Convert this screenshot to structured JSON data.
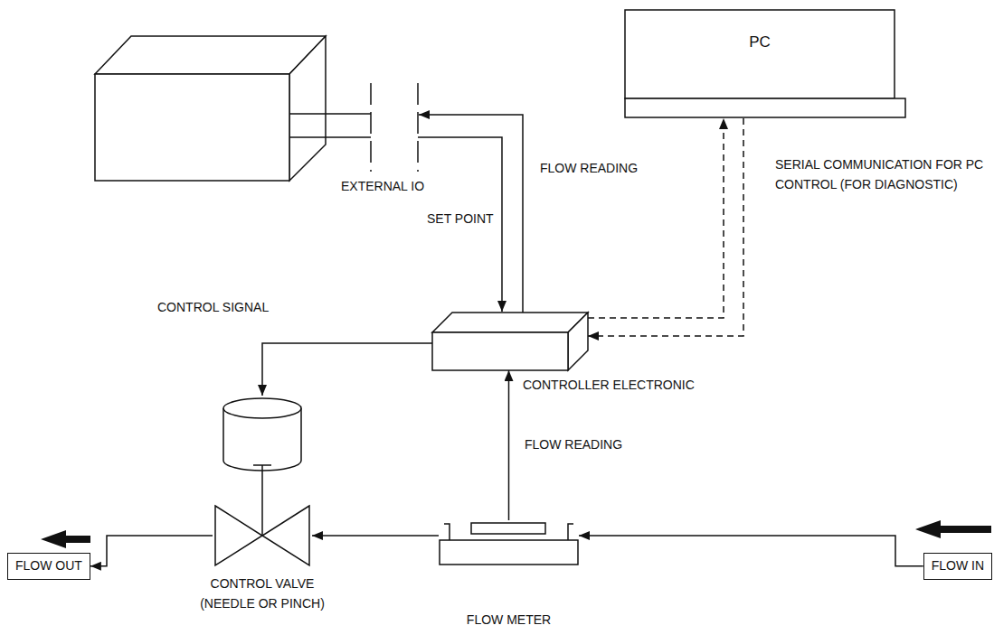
{
  "diagram": {
    "nodes": [
      {
        "text": [
          "PC"
        ]
      },
      {
        "text": [
          "CONTROLLER ELECTRONIC"
        ]
      },
      {
        "text": [
          "CONTROL VALVE (NEEDLE OR PINCH)"
        ]
      },
      {
        "text": [
          "FLOW METER"
        ]
      },
      {
        "text": [
          "FLOW OUT"
        ]
      },
      {
        "text": [
          "FLOW IN"
        ]
      }
    ],
    "edges": [
      {
        "from": 1,
        "to": 2,
        "arrow": "to",
        "label": "CONTROL SIGNAL"
      },
      {
        "from": 3,
        "to": 1,
        "arrow": "to",
        "label": "FLOW READING"
      },
      {
        "from": 1,
        "to": 0,
        "arrow": "to"
      },
      {
        "from": 0,
        "to": 1,
        "arrow": "to"
      },
      {
        "from": 5,
        "to": 3,
        "arrow": "to"
      },
      {
        "from": 3,
        "to": 2,
        "arrow": "to"
      },
      {
        "from": 2,
        "to": 4,
        "arrow": "to"
      }
    ],
    "labels": [
      "EXTERNAL IO",
      "SET POINT",
      "FLOW READING",
      "SERIAL COMMUNICATION FOR PC CONTROL (FOR DIAGNOSTIC)"
    ]
  }
}
